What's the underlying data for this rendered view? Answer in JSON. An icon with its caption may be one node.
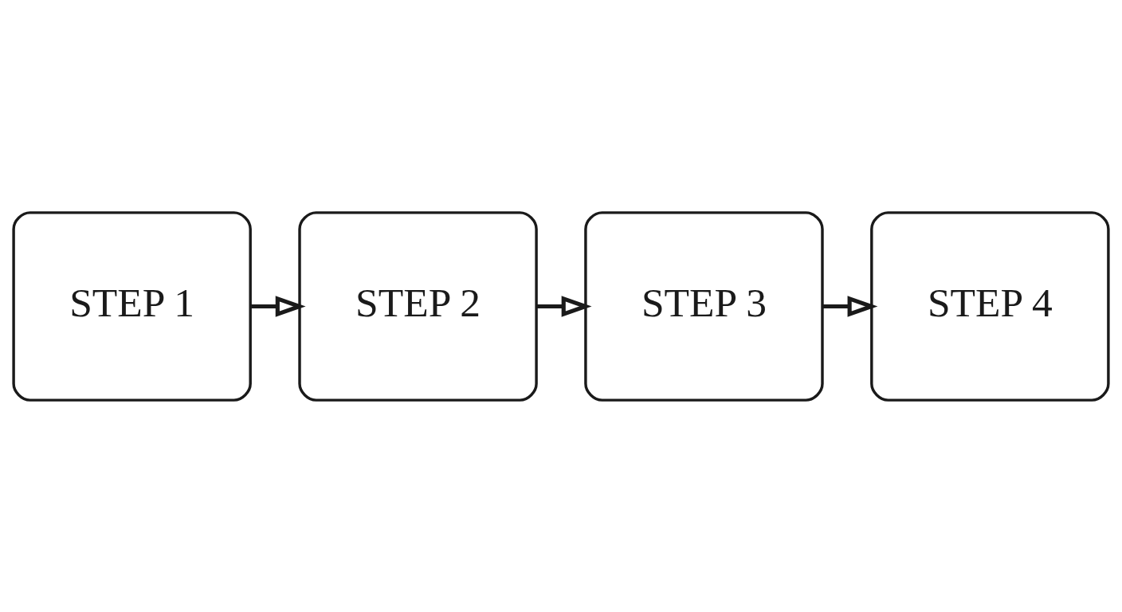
{
  "diagram": {
    "nodes": [
      {
        "text": [
          "STEP 1"
        ]
      },
      {
        "text": [
          "STEP 2"
        ]
      },
      {
        "text": [
          "STEP 3"
        ]
      },
      {
        "text": [
          "STEP 4"
        ]
      }
    ],
    "edges": [
      {
        "from": 0,
        "to": 1,
        "arrow": "to"
      },
      {
        "from": 1,
        "to": 2,
        "arrow": "to"
      },
      {
        "from": 2,
        "to": 3,
        "arrow": "to"
      }
    ]
  }
}
